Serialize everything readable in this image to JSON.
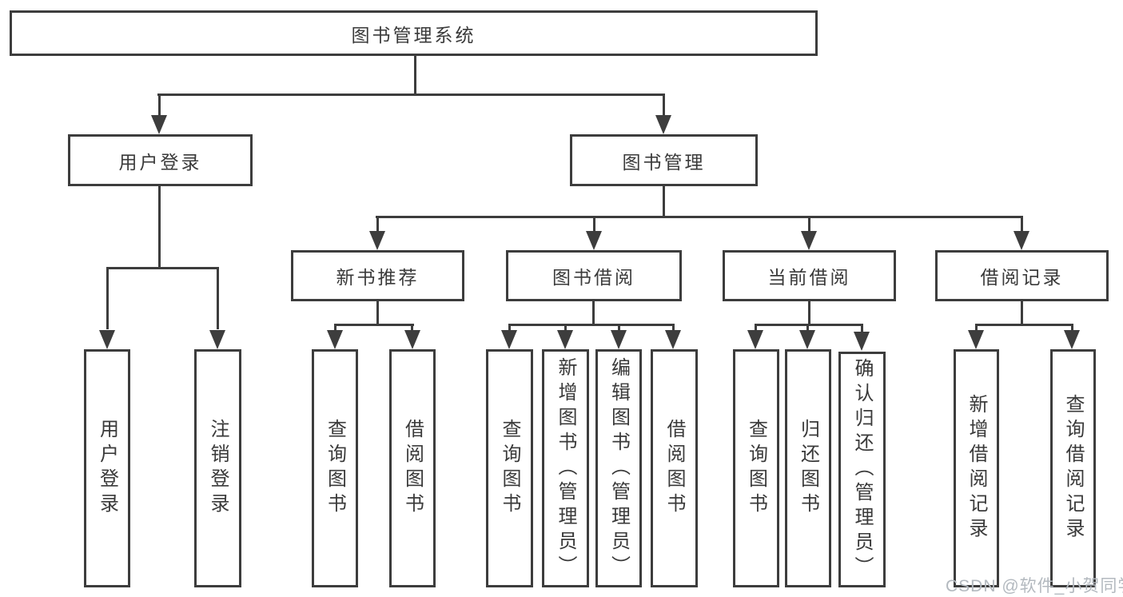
{
  "root": {
    "label": "图书管理系统"
  },
  "branches": {
    "user_login": {
      "label": "用户登录",
      "leaves": [
        "用户登录",
        "注销登录"
      ]
    },
    "book_mgmt": {
      "label": "图书管理"
    }
  },
  "groups": [
    {
      "label": "新书推荐",
      "leaves": [
        "查询图书",
        "借阅图书"
      ]
    },
    {
      "label": "图书借阅",
      "leaves": [
        "查询图书",
        "新增图书（管理员）",
        "编辑图书（管理员）",
        "借阅图书"
      ]
    },
    {
      "label": "当前借阅",
      "leaves": [
        "查询图书",
        "归还图书",
        "确认归还（管理员）"
      ]
    },
    {
      "label": "借阅记录",
      "leaves": [
        "新增借阅记录",
        "查询借阅记录"
      ]
    }
  ],
  "watermark": {
    "text": "CSDN @软件_小贺同学"
  },
  "colors": {
    "line": "#3d3d3d",
    "text": "#3a3a3a",
    "watermark": "#b3b9bf",
    "background": "#ffffff"
  }
}
